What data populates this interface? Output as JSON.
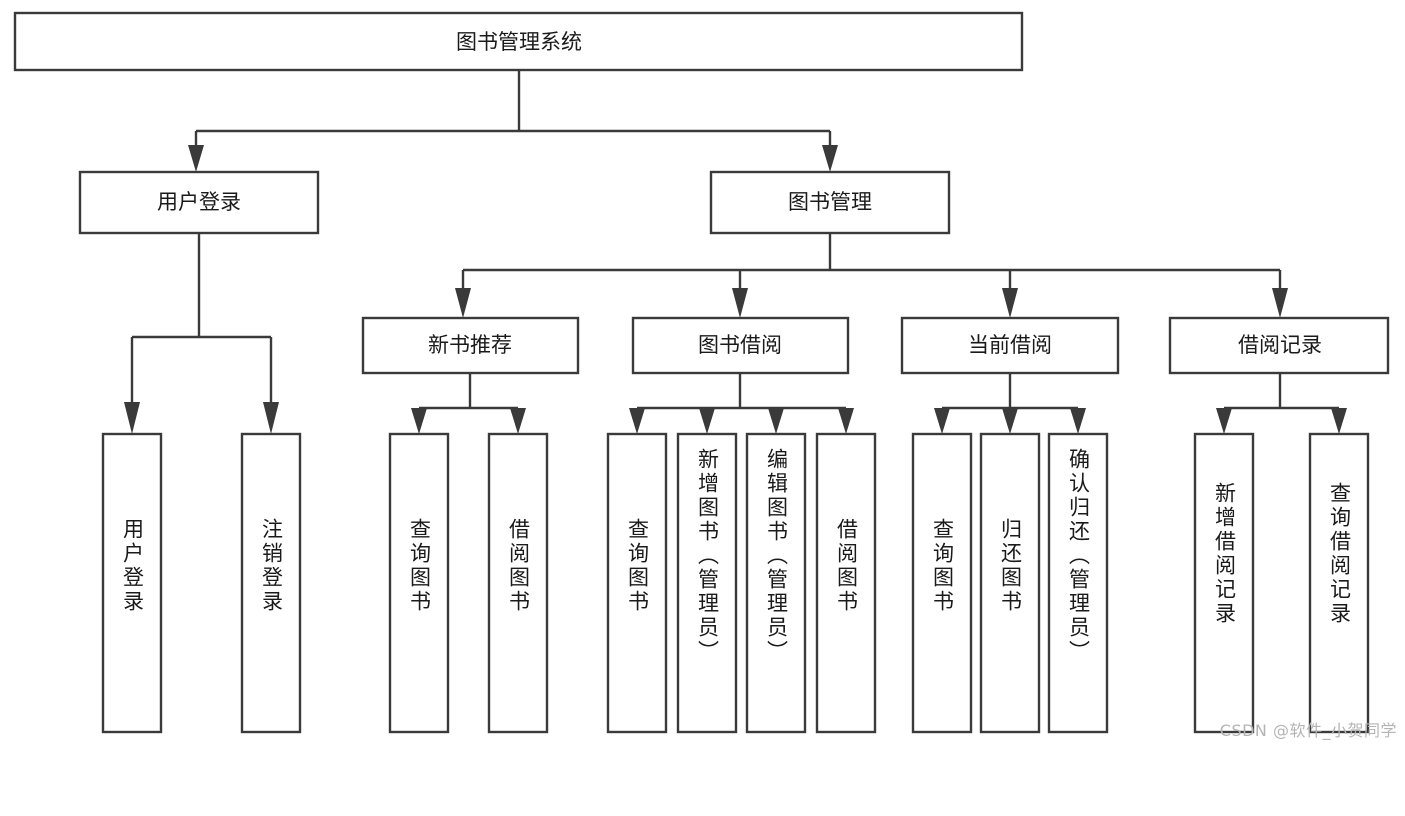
{
  "diagram": {
    "type": "tree",
    "title": "图书管理系统",
    "watermark": "CSDN @软件_小贺同学",
    "colors": {
      "stroke": "#3a3a3a",
      "fill": "#ffffff",
      "text": "#1a1a1a",
      "watermark": "#b4b4b4"
    },
    "root": {
      "label": "图书管理系统",
      "level": 0
    },
    "level1": [
      {
        "label": "用户登录"
      },
      {
        "label": "图书管理"
      }
    ],
    "level2": [
      {
        "label": "新书推荐",
        "parent": "图书管理"
      },
      {
        "label": "图书借阅",
        "parent": "图书管理"
      },
      {
        "label": "当前借阅",
        "parent": "图书管理"
      },
      {
        "label": "借阅记录",
        "parent": "图书管理"
      }
    ],
    "leaves": {
      "user_login": [
        {
          "label": "用户登录"
        },
        {
          "label": "注销登录"
        }
      ],
      "new_book_rec": [
        {
          "label": "查询图书"
        },
        {
          "label": "借阅图书"
        }
      ],
      "book_borrow": [
        {
          "label": "查询图书"
        },
        {
          "label": "新增图书（管理员）"
        },
        {
          "label": "编辑图书（管理员）"
        },
        {
          "label": "借阅图书"
        }
      ],
      "current_borrow": [
        {
          "label": "查询图书"
        },
        {
          "label": "归还图书"
        },
        {
          "label": "确认归还（管理员）"
        }
      ],
      "borrow_record": [
        {
          "label": "新增借阅记录"
        },
        {
          "label": "查询借阅记录"
        }
      ]
    }
  }
}
